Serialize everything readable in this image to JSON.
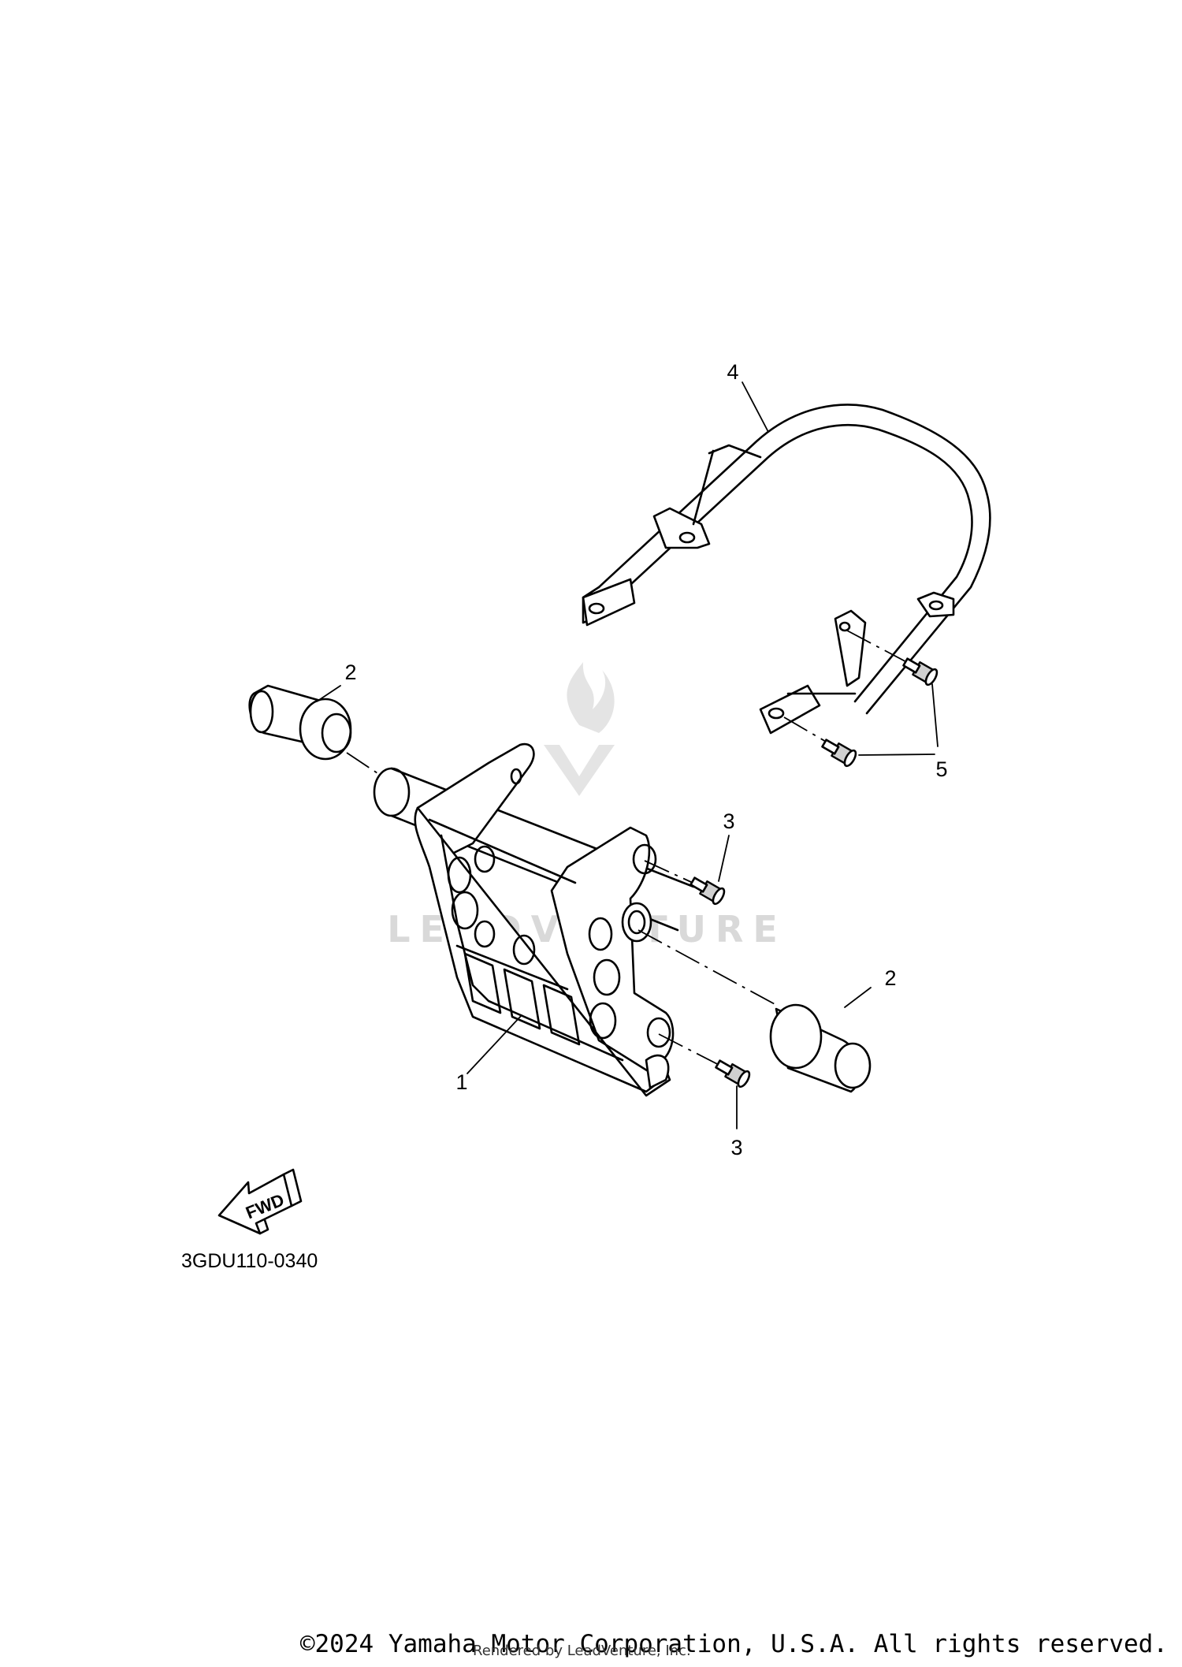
{
  "diagram": {
    "callouts": [
      {
        "id": "c4",
        "label": "4"
      },
      {
        "id": "c2a",
        "label": "2"
      },
      {
        "id": "c3a",
        "label": "3"
      },
      {
        "id": "c5",
        "label": "5"
      },
      {
        "id": "c2b",
        "label": "2"
      },
      {
        "id": "c1",
        "label": "1"
      },
      {
        "id": "c3b",
        "label": "3"
      }
    ],
    "fwd_arrow_label": "FWD",
    "figure_code": "3GDU110-0340",
    "watermark": "LEADVENTURE"
  },
  "footer": {
    "copyright": "©2024 Yamaha Motor Corporation, U.S.A. All rights reserved.",
    "rendered_by": "Rendered by LeadVenture, Inc."
  }
}
